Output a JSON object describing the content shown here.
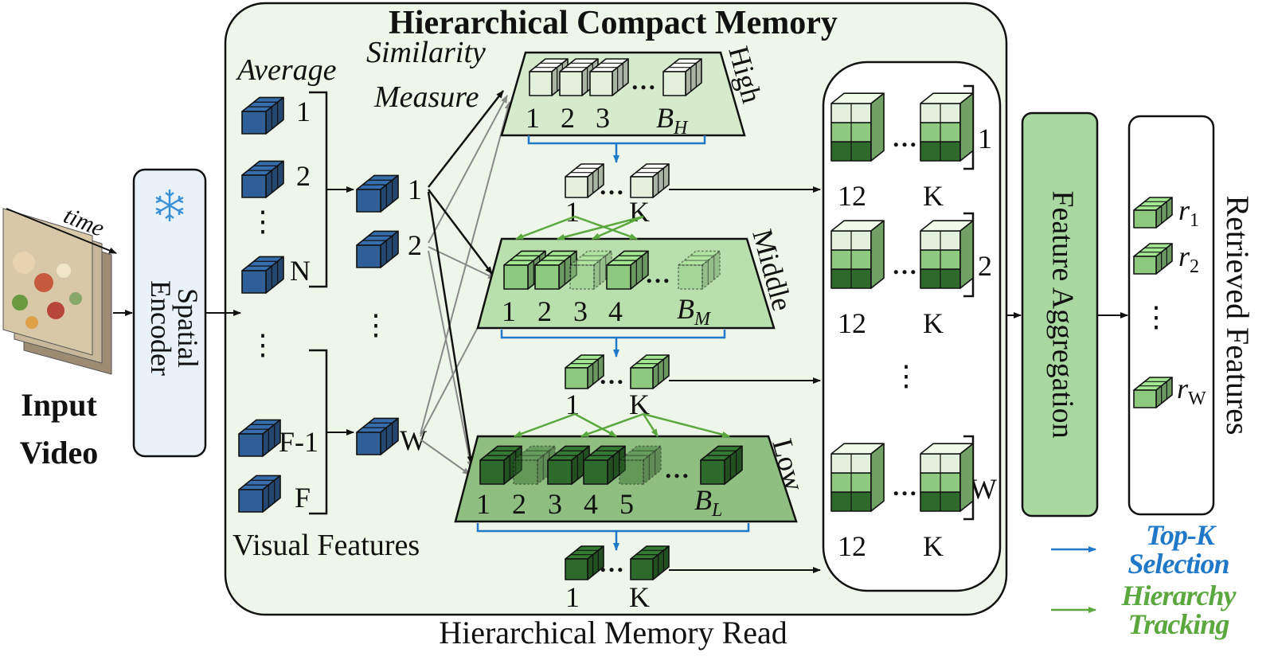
{
  "title": "Hierarchical Compact Memory",
  "bottom_caption": "Hierarchical Memory Read",
  "input": {
    "time_label": "time",
    "label_line1": "Input",
    "label_line2": "Video"
  },
  "encoder": {
    "line1": "Spatial",
    "line2": "Encoder"
  },
  "average_label": "Average",
  "similarity": {
    "line1": "Similarity",
    "line2": "Measure"
  },
  "visual_features_label": "Visual Features",
  "frame_labels_top": [
    "1",
    "2",
    "N"
  ],
  "frame_labels_bottom": [
    "F-1",
    "F"
  ],
  "window_labels": [
    "1",
    "2",
    "W"
  ],
  "levels": [
    {
      "name": "High",
      "slots": [
        "1",
        "2",
        "3"
      ],
      "last_base": "B",
      "last_sub": "H"
    },
    {
      "name": "Middle",
      "slots": [
        "1",
        "2",
        "3",
        "4"
      ],
      "last_base": "B",
      "last_sub": "M"
    },
    {
      "name": "Low",
      "slots": [
        "1",
        "2",
        "3",
        "4",
        "5"
      ],
      "last_base": "B",
      "last_sub": "L"
    }
  ],
  "topk_labels": {
    "first": "1",
    "last": "K"
  },
  "stack": {
    "first": "12",
    "last": "K",
    "group_labels": [
      "1",
      "2",
      "W"
    ]
  },
  "aggregation": "Feature Aggregation",
  "retrieved": {
    "title": "Retrieved Features",
    "base": "r",
    "subs": [
      "1",
      "2",
      "W"
    ]
  },
  "ellipsis": "…",
  "vdots": "⋮",
  "legend": {
    "topk_line1": "Top-K",
    "topk_line2": "Selection",
    "tracking_line1": "Hierarchy",
    "tracking_line2": "Tracking"
  },
  "colors": {
    "blue_feature": "#2f5f96",
    "dark_green": "#2e6a2c",
    "mid_green": "#8ec980",
    "light_green": "#e3f0dc",
    "memory_bg": "#eef6ea",
    "encoder_bg": "#e8f2f8",
    "aggregation_bg": "#a9d9a0",
    "topk_blue": "#1f78c8",
    "tracking_green": "#5aa83e"
  }
}
